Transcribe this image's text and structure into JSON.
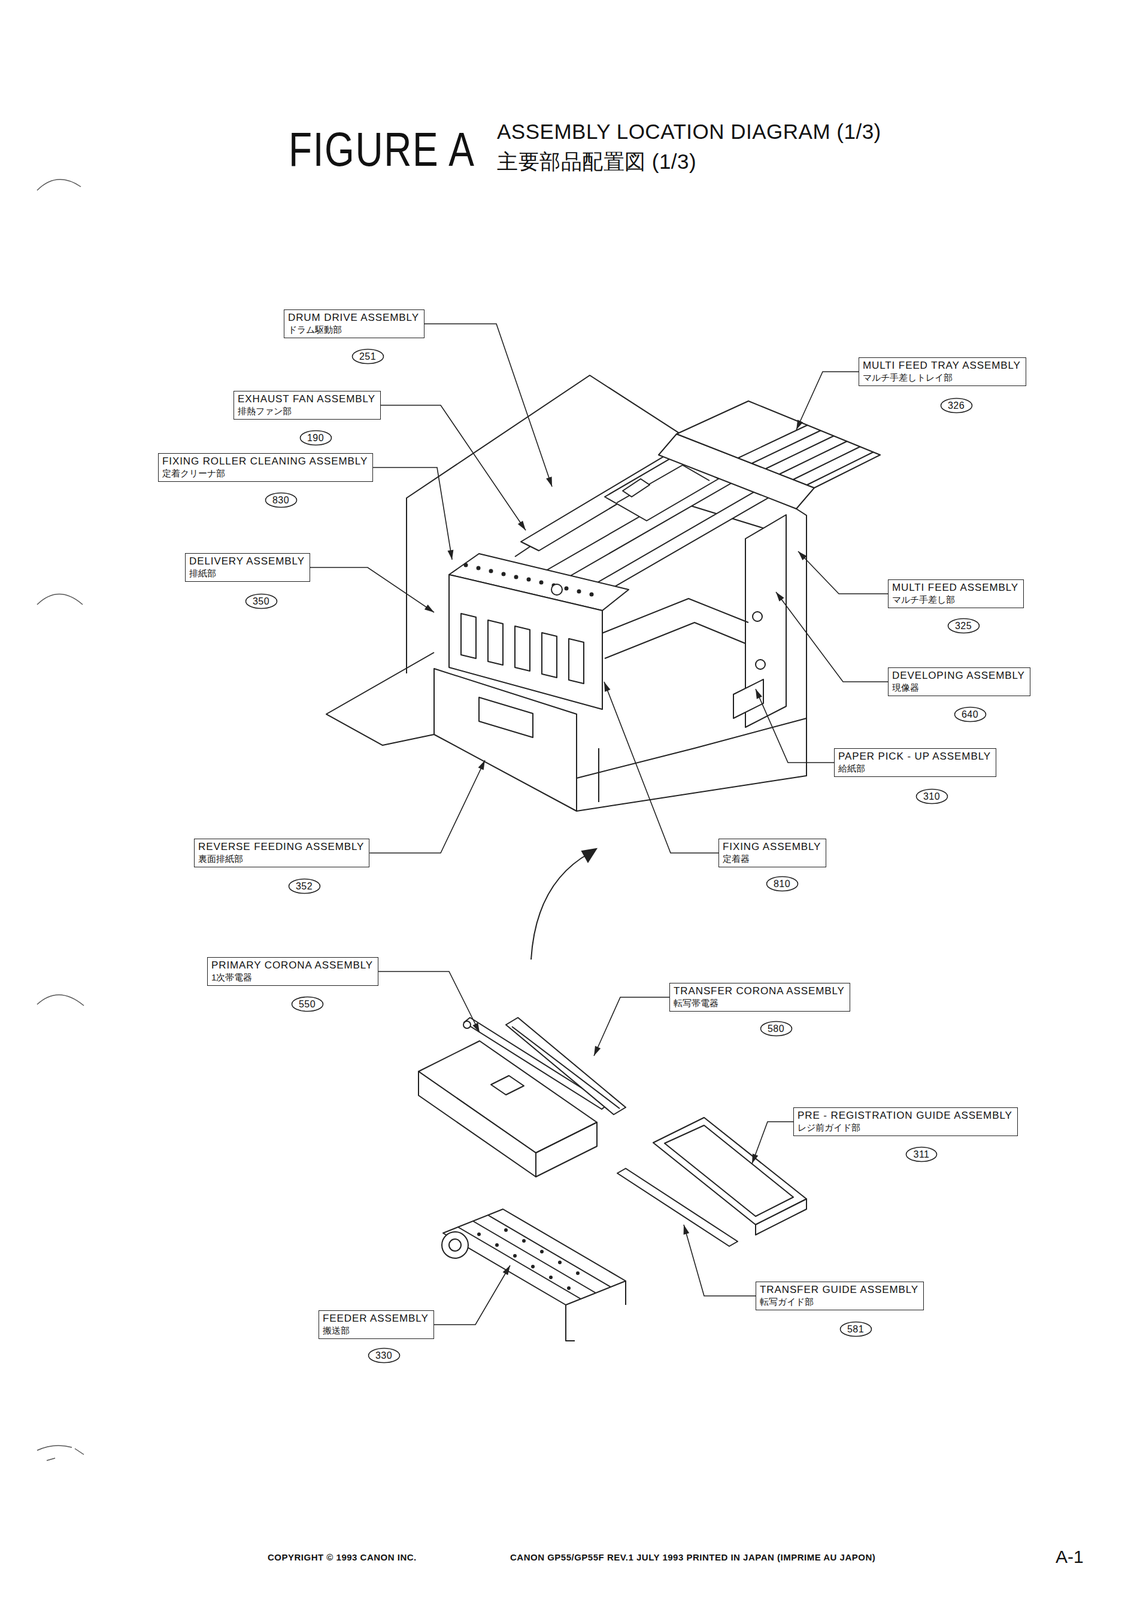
{
  "diagram": {
    "title": "FIGURE A",
    "nodes": [
      {
        "text": [
          "DRUM DRIVE ASSEMBLY",
          "ドラム駆動部"
        ]
      },
      {
        "text": [
          "251"
        ]
      },
      {
        "text": [
          "MULTI FEED TRAY ASSEMBLY",
          "マルチ手差しトレイ部"
        ]
      },
      {
        "text": [
          "326"
        ]
      },
      {
        "text": [
          "EXHAUST FAN ASSEMBLY",
          "排熱ファン部"
        ]
      },
      {
        "text": [
          "190"
        ]
      },
      {
        "text": [
          "FIXING ROLLER CLEANING ASSEMBLY",
          "定着クリーナ部"
        ]
      },
      {
        "text": [
          "830"
        ]
      },
      {
        "text": [
          "DELIVERY ASSEMBLY",
          "排紙部"
        ]
      },
      {
        "text": [
          "350"
        ]
      },
      {
        "text": [
          "MULTI FEED ASSEMBLY",
          "マルチ手差し部"
        ]
      },
      {
        "text": [
          "325"
        ]
      },
      {
        "text": [
          "DEVELOPING ASSEMBLY",
          "現像器"
        ]
      },
      {
        "text": [
          "640"
        ]
      },
      {
        "text": [
          "PAPER PICK - UP ASSEMBLY",
          "給紙部"
        ]
      },
      {
        "text": [
          "310"
        ]
      },
      {
        "text": [
          "REVERSE FEEDING ASSEMBLY",
          "裏面排紙部"
        ]
      },
      {
        "text": [
          "352"
        ]
      },
      {
        "text": [
          "FIXING ASSEMBLY",
          "定着器"
        ]
      },
      {
        "text": [
          "810"
        ]
      },
      {
        "text": [
          "PRIMARY CORONA ASSEMBLY",
          "1次帯電器"
        ]
      },
      {
        "text": [
          "550"
        ]
      },
      {
        "text": [
          "TRANSFER CORONA ASSEMBLY",
          "転写帯電器"
        ]
      },
      {
        "text": [
          "580"
        ]
      },
      {
        "text": [
          "PRE - REGISTRATION GUIDE ASSEMBLY",
          "レジ前ガイド部"
        ]
      },
      {
        "text": [
          "311"
        ]
      },
      {
        "text": [
          "TRANSFER GUIDE ASSEMBLY",
          "転写ガイド部"
        ]
      },
      {
        "text": [
          "581"
        ]
      },
      {
        "text": [
          "FEEDER ASSEMBLY",
          "搬送部"
        ]
      },
      {
        "text": [
          "330"
        ]
      }
    ],
    "labels": [
      "ASSEMBLY LOCATION DIAGRAM (1/3)",
      "主要部品配置図 (1/3)",
      "COPYRIGHT © 1993 CANON INC.",
      "CANON GP55/GP55F REV.1 JULY 1993 PRINTED IN JAPAN (IMPRIME AU JAPON)",
      "A-1"
    ]
  }
}
